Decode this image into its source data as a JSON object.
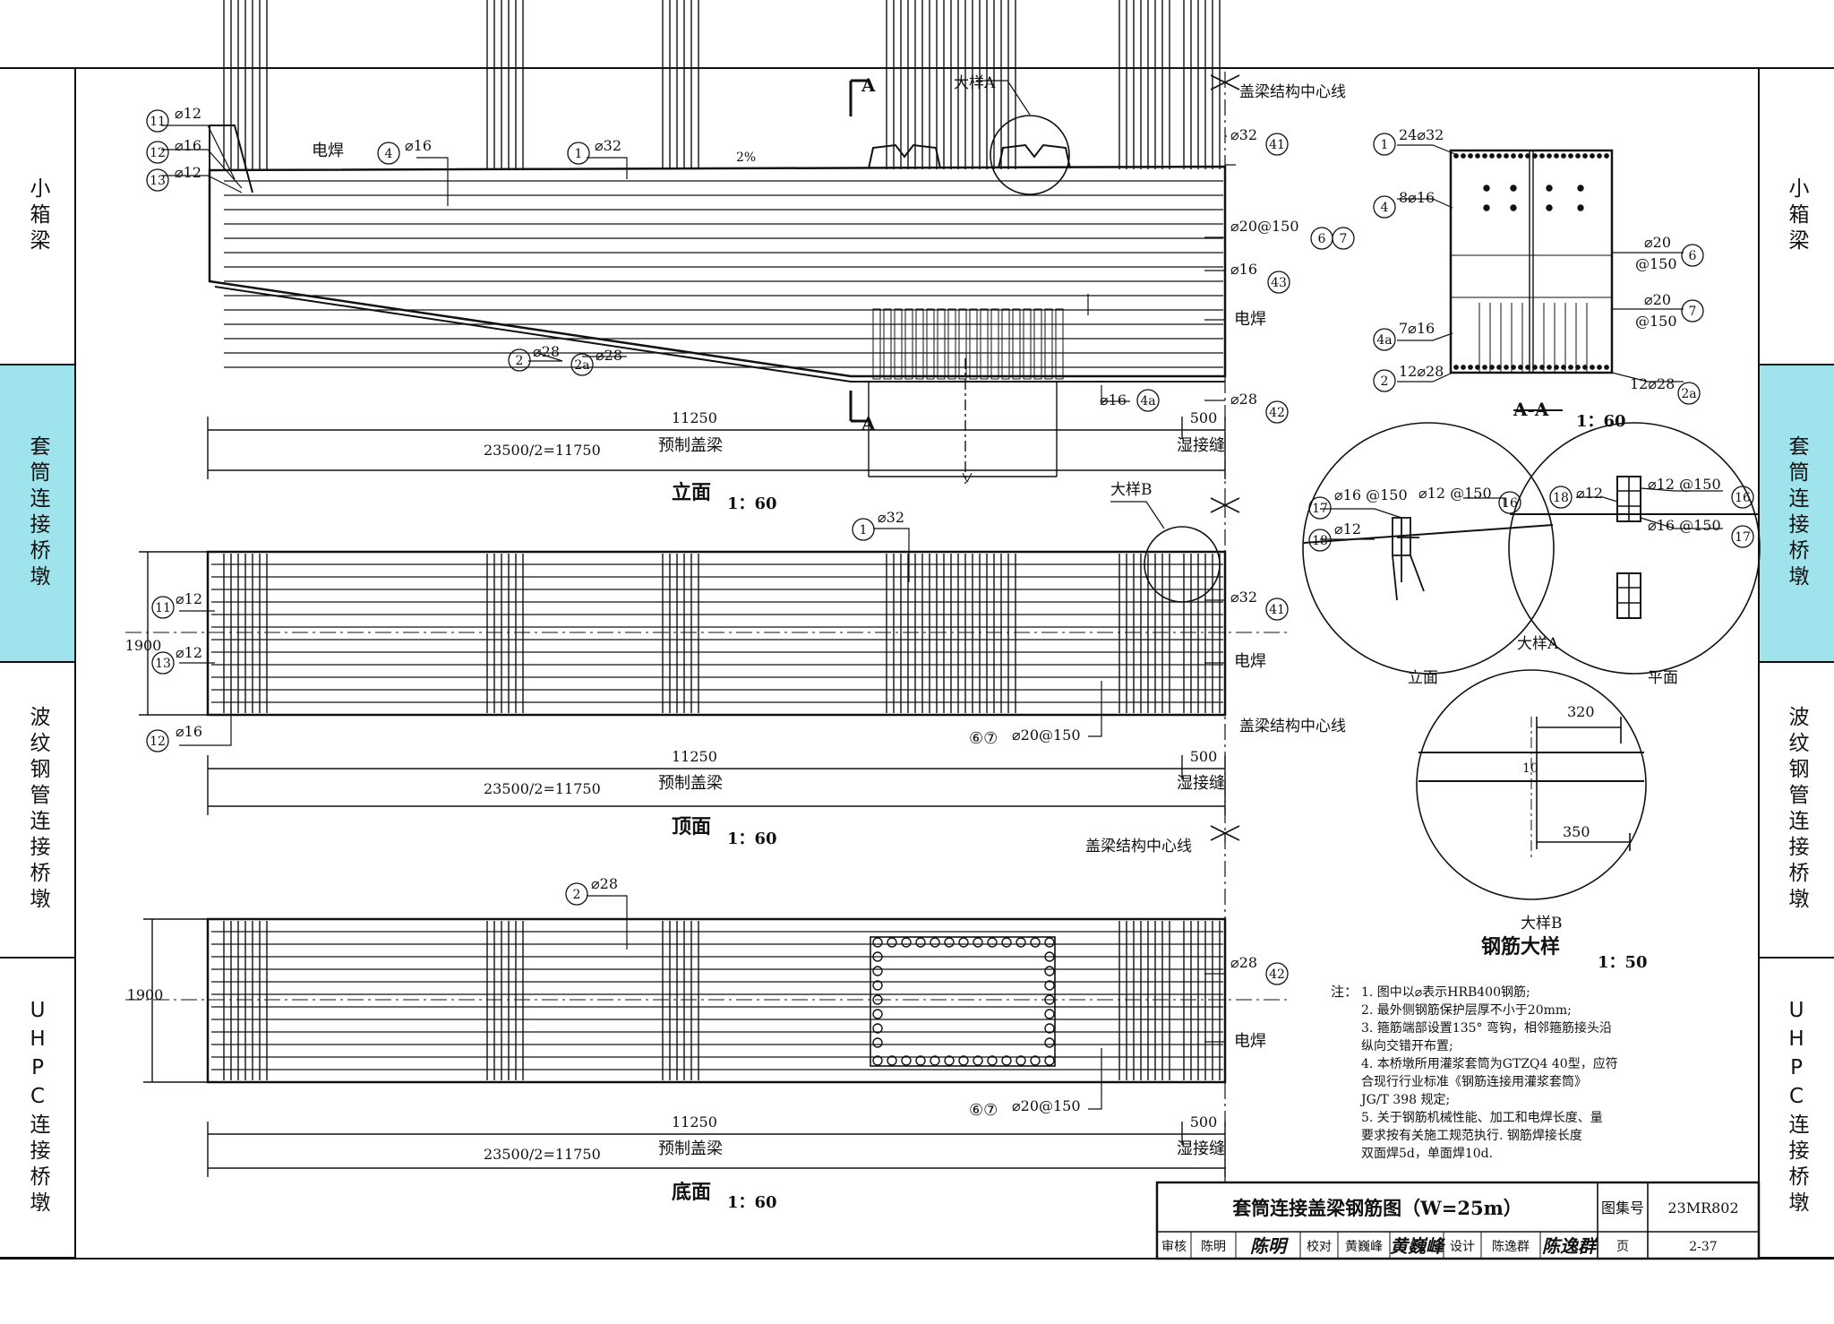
{
  "side_tabs_left": [
    {
      "label": "小箱梁",
      "active": false
    },
    {
      "label": "套筒连接桥墩",
      "active": true
    },
    {
      "label": "波纹钢管连接桥墩",
      "active": false
    },
    {
      "label": "UHPC连接桥墩",
      "active": false
    }
  ],
  "side_tabs_right": [
    {
      "label": "小箱梁",
      "active": false
    },
    {
      "label": "套筒连接桥墩",
      "active": true
    },
    {
      "label": "波纹钢管连接桥墩",
      "active": false
    },
    {
      "label": "UHPC连接桥墩",
      "active": false
    }
  ],
  "common": {
    "centerline": "盖梁结构中心线",
    "weld": "电焊",
    "dim_11250": "11250",
    "dim_500": "500",
    "dim_total": "23500/2=11750",
    "precast": "预制盖梁",
    "wet_joint": "湿接缝",
    "dim_1900": "1900"
  },
  "elevation": {
    "title": "立面",
    "scale": "1：60",
    "section_mark": "A",
    "detail_a": "大样A",
    "slope": "2%",
    "labels": {
      "n11": "11",
      "n12": "12",
      "n13": "13",
      "n4": "4",
      "n1": "1",
      "n41": "41",
      "n6": "6",
      "n7": "7",
      "n43": "43",
      "n4a": "4a",
      "n42": "42",
      "n2": "2",
      "n2a": "2a",
      "d12a": "⌀12",
      "d16a": "⌀16",
      "d12b": "⌀12",
      "d16c": "⌀16",
      "d32a": "⌀32",
      "d32r": "⌀32",
      "d20r": "⌀20@150",
      "d16r": "⌀16",
      "d16b": "⌀16",
      "d28r": "⌀28",
      "d28a": "⌀28",
      "d28b": "⌀28"
    }
  },
  "plan": {
    "title": "顶面",
    "scale": "1：60",
    "detail_b": "大样B",
    "labels": {
      "n1": "1",
      "n11": "11",
      "n13": "13",
      "n12": "12",
      "n41": "41",
      "n67": "⑥⑦",
      "d32t": "⌀32",
      "d12a": "⌀12",
      "d12b": "⌀12",
      "d16": "⌀16",
      "d32r": "⌀32",
      "d20": "⌀20@150"
    }
  },
  "bottom": {
    "title": "底面",
    "scale": "1：60",
    "labels": {
      "n2": "2",
      "n42": "42",
      "n67": "⑥⑦",
      "d28t": "⌀28",
      "d28r": "⌀28",
      "d20": "⌀20@150"
    }
  },
  "section_aa": {
    "title": "A-A",
    "scale": "1：60",
    "labels": {
      "n1": "1",
      "n4": "4",
      "n4a": "4a",
      "n2": "2",
      "n6": "6",
      "n7": "7",
      "n2a": "2a",
      "t1": "24⌀32",
      "t4": "8⌀16",
      "t4a": "7⌀16",
      "t2": "12⌀28",
      "t6a": "⌀20",
      "t6b": "@150",
      "t7a": "⌀20",
      "t7b": "@150",
      "t2a": "12⌀28"
    }
  },
  "detail_a": {
    "title": "大样A",
    "left_caption": "立面",
    "right_caption": "平面",
    "labels": {
      "l16": "⌀16 @150",
      "l12": "⌀12 @150",
      "l12b": "⌀12",
      "n17": "17",
      "n16": "16",
      "n18": "18",
      "r12": "⌀12",
      "r12b": "⌀12 @150",
      "r16": "⌀16 @150",
      "rn18": "18",
      "rn16": "16",
      "rn17": "17"
    }
  },
  "detail_b": {
    "title": "大样B",
    "dim_320": "320",
    "dim_10": "10",
    "dim_350": "350"
  },
  "detail_group": {
    "title": "钢筋大样",
    "scale": "1：50"
  },
  "notes": {
    "heading": "注：",
    "lines": [
      "1. 图中以⌀表示HRB400钢筋;",
      "2. 最外侧钢筋保护层厚不小于20mm;",
      "3. 箍筋端部设置135° 弯钩，相邻箍筋接头沿",
      "   纵向交错开布置;",
      "4. 本桥墩所用灌浆套筒为GTZQ4 40型，应符",
      "   合现行行业标准《钢筋连接用灌浆套筒》",
      "   JG/T 398 规定;",
      "5. 关于钢筋机械性能、加工和电焊长度、量",
      "   要求按有关施工规范执行. 钢筋焊接长度",
      "   双面焊5d，单面焊10d."
    ]
  },
  "title_block": {
    "title": "套筒连接盖梁钢筋图（W=25m）",
    "atlas_label": "图集号",
    "atlas_no": "23MR802",
    "review_label": "审核",
    "reviewer": "陈明",
    "check_label": "校对",
    "checker": "黄巍峰",
    "design_label": "设计",
    "designer": "陈逸群",
    "page_label": "页",
    "page_no": "2-37",
    "sig_reviewer": "陈明",
    "sig_checker": "黄巍峰",
    "sig_designer": "陈逸群"
  }
}
